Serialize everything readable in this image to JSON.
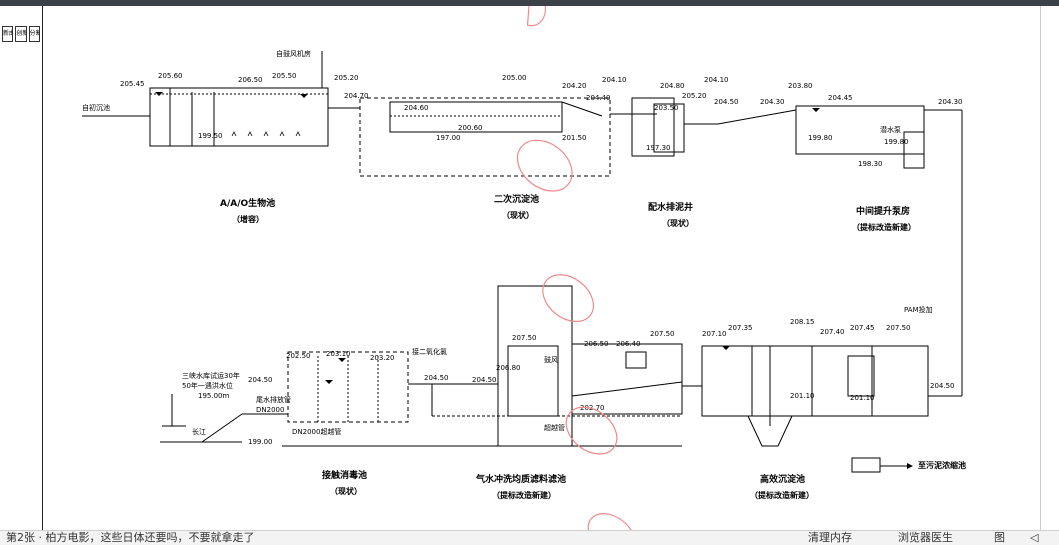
{
  "side_buttons": [
    "新曲",
    "创新",
    "分割"
  ],
  "top_process": {
    "aao": {
      "title": "A/A/O生物池",
      "status": "（增容）",
      "elevations": [
        "205.45",
        "205.60",
        "206.50",
        "205.50",
        "205.20",
        "204.70",
        "199.50"
      ],
      "inlet_label": "自初沉池",
      "aeration_label": "自鼓风机房"
    },
    "secondary": {
      "title": "二次沉淀池",
      "status": "（现状）",
      "elevations": [
        "205.00",
        "204.60",
        "204.20",
        "204.40",
        "200.60",
        "197.00"
      ]
    },
    "distribution": {
      "title": "配水排泥井",
      "status": "（现状）",
      "elevations": [
        "204.10",
        "204.80",
        "204.10",
        "205.20",
        "204.50",
        "203.50",
        "201.50",
        "197.30"
      ]
    },
    "lift_pump": {
      "title": "中间提升泵房",
      "status": "（提标改造新建）",
      "elevations": [
        "204.30",
        "203.80",
        "204.45",
        "204.30",
        "199.80",
        "199.80",
        "198.30"
      ],
      "pump_label": "潜水泵"
    }
  },
  "bottom_process": {
    "contact": {
      "title": "接触消毒池",
      "status": "（现状）",
      "elevations": [
        "202.50",
        "203.10",
        "203.20",
        "204.50",
        "204.50",
        "199.00"
      ],
      "pipe_label": "DN2000超越管",
      "outfall_label": "尾水排放管",
      "outfall_dn": "DN2000",
      "river_label": "长江",
      "flood_note": [
        "三峡水库试运30年",
        "50年一遇洪水位",
        "195.00m"
      ],
      "mixer_label": "接二氧化氯"
    },
    "filter": {
      "title": "气水冲洗均质滤料滤池",
      "status": "（提标改造新建）",
      "elevations": [
        "207.50",
        "206.50",
        "206.40",
        "207.50",
        "204.50",
        "206.80",
        "202.70"
      ],
      "blower_label": "鼓风",
      "pipe_label": "超越管"
    },
    "sedimentation": {
      "title": "高效沉淀池",
      "status": "（提标改造新建）",
      "elevations": [
        "207.10",
        "207.35",
        "208.15",
        "207.40",
        "207.45",
        "207.50",
        "201.10",
        "201.10",
        "204.50"
      ],
      "pam_label": "PAM投加",
      "sludge_label": "至污泥浓缩池"
    }
  },
  "statusbar": {
    "left": "第2张 · 柏方电影，这些日体还要吗，不要就拿走了",
    "r1": "清理内存",
    "r2": "浏览器医生",
    "r3": "图",
    "r4": "◁"
  }
}
